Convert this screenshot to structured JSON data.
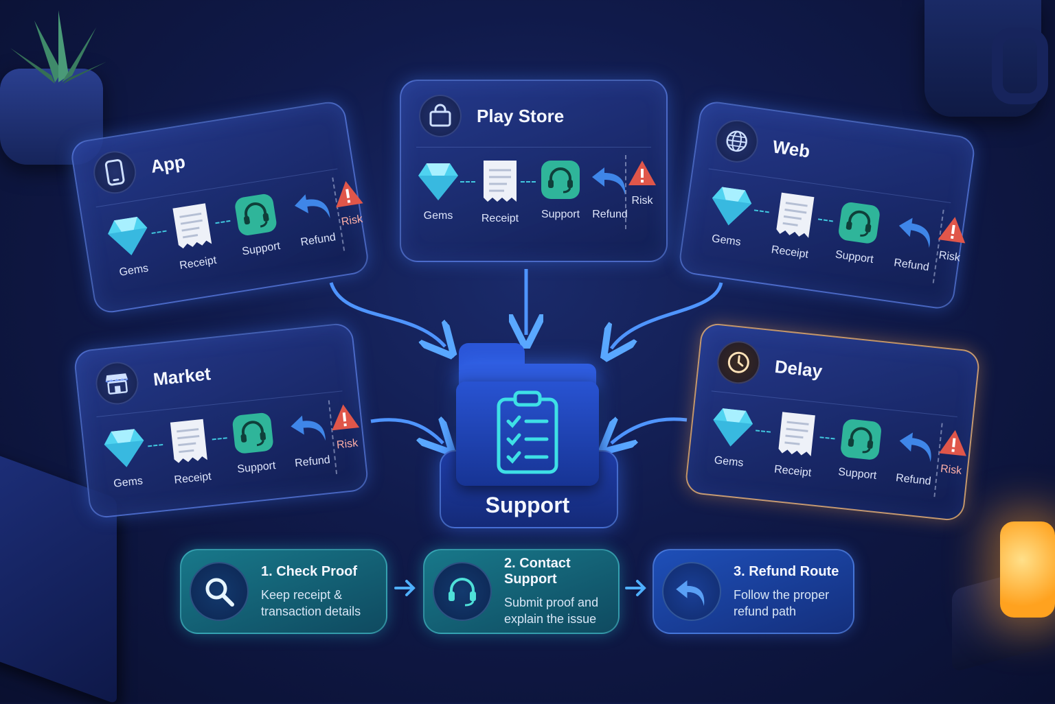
{
  "cards": [
    {
      "title": "App",
      "icon": "phone-icon",
      "steps": [
        "Gems",
        "Receipt",
        "Support",
        "Refund",
        "Risk"
      ]
    },
    {
      "title": "Play Store",
      "icon": "shopping-bag-icon",
      "steps": [
        "Gems",
        "Receipt",
        "Support",
        "Refund",
        "Risk"
      ]
    },
    {
      "title": "Web",
      "icon": "globe-icon",
      "steps": [
        "Gems",
        "Receipt",
        "Support",
        "Refund",
        "Risk"
      ]
    },
    {
      "title": "Market",
      "icon": "storefront-icon",
      "steps": [
        "Gems",
        "Receipt",
        "Support",
        "Refund",
        "Risk"
      ]
    },
    {
      "title": "Delay",
      "icon": "clock-icon",
      "steps": [
        "Gems",
        "Receipt",
        "Support",
        "Refund",
        "Risk"
      ]
    }
  ],
  "hub": {
    "label": "Support",
    "icon": "clipboard-checklist-icon"
  },
  "process": [
    {
      "title": "1. Check Proof",
      "body": "Keep receipt & transaction details",
      "icon": "magnifier-icon"
    },
    {
      "title": "2. Contact Support",
      "body": "Submit proof and explain the issue",
      "icon": "headset-icon"
    },
    {
      "title": "3. Refund Route",
      "body": "Follow the proper refund path",
      "icon": "undo-arrow-icon"
    }
  ],
  "colors": {
    "gem": "#4fd3f0",
    "support": "#2fb59a",
    "refund": "#3f86e8",
    "risk": "#e0564a",
    "delay_border": "#ffbe6e"
  }
}
